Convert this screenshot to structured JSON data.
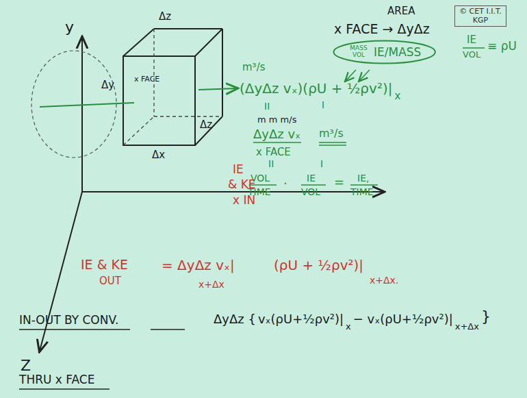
{
  "diagram": {
    "nodes": [
      {
        "text": [
          "© CET I.I.T. KGP"
        ]
      },
      {
        "text": [
          "MASS VOL",
          "IE/MASS"
        ]
      }
    ],
    "labels": [
      "y",
      "Z",
      "Δz",
      "Δy",
      "x FACE",
      "Δz",
      "Δx",
      "IE",
      "& KE",
      "x IN",
      "AREA",
      "x FACE → ΔyΔz",
      "IE",
      "VOL",
      "≡ ρU",
      "m³/s",
      "(ΔyΔz vₓ)(ρU + ½ρv²)|",
      "x",
      "II",
      "I",
      "m   m   m/s",
      "ΔyΔz vₓ",
      "m³/s",
      "x FACE",
      "II",
      "I",
      "VOL",
      "TIME",
      "·",
      "IE",
      "VOL",
      "=",
      "IE,",
      "TIME",
      "IE & KE",
      "OUT",
      "= ΔyΔz vₓ|",
      "x+Δx",
      "(ρU + ½ρv²)|",
      "x+Δx.",
      "IN-OUT BY CONV.",
      "ΔyΔz {",
      "vₓ(ρU+½ρv²)|",
      "x",
      "− vₓ(ρU+½ρv²)|",
      "x+Δx",
      "}",
      "THRU x FACE"
    ]
  }
}
